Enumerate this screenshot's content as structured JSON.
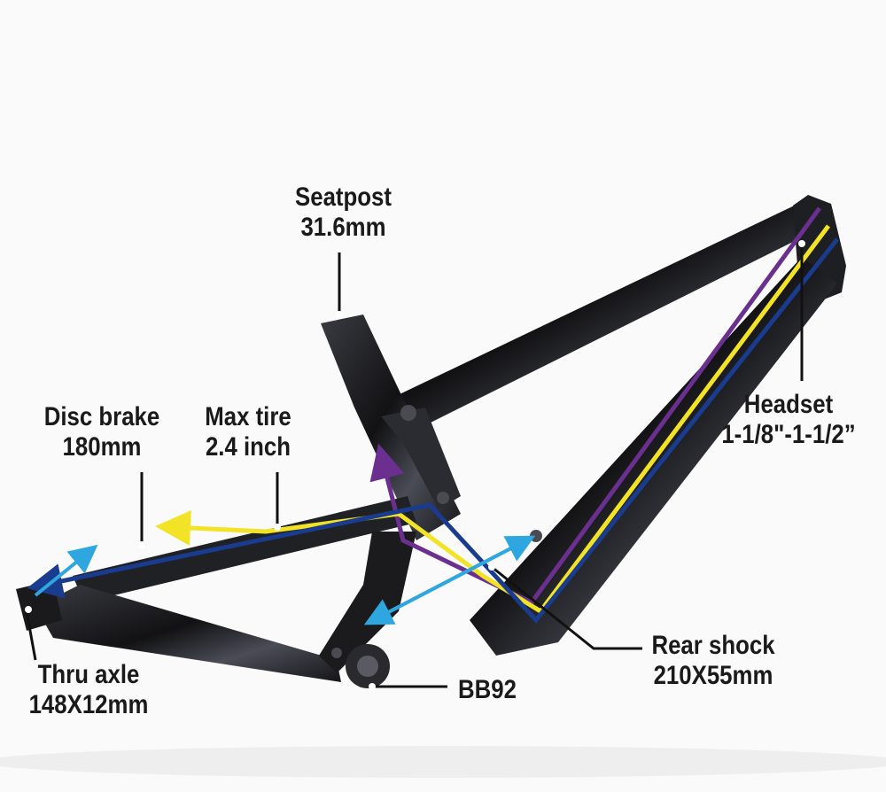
{
  "labels": {
    "seatpost": {
      "line1": "Seatpost",
      "line2": "31.6mm"
    },
    "disc_brake": {
      "line1": "Disc brake",
      "line2": "180mm"
    },
    "max_tire": {
      "line1": "Max tire",
      "line2": "2.4 inch"
    },
    "headset": {
      "line1": "Headset",
      "line2": "1-1/8\"-1-1/2”"
    },
    "thru_axle": {
      "line1": "Thru axle",
      "line2": "148X12mm"
    },
    "bb92": {
      "line1": "BB92"
    },
    "rear_shock": {
      "line1": "Rear shock",
      "line2": "210X55mm"
    }
  },
  "colors": {
    "carbon": "#1c1c1e",
    "carbon_highlight": "#5a5c66",
    "purple": "#6a2f8f",
    "yellow": "#f2e326",
    "navy": "#1a3c8f",
    "sky": "#2ea7e0",
    "leader": "#111111"
  }
}
